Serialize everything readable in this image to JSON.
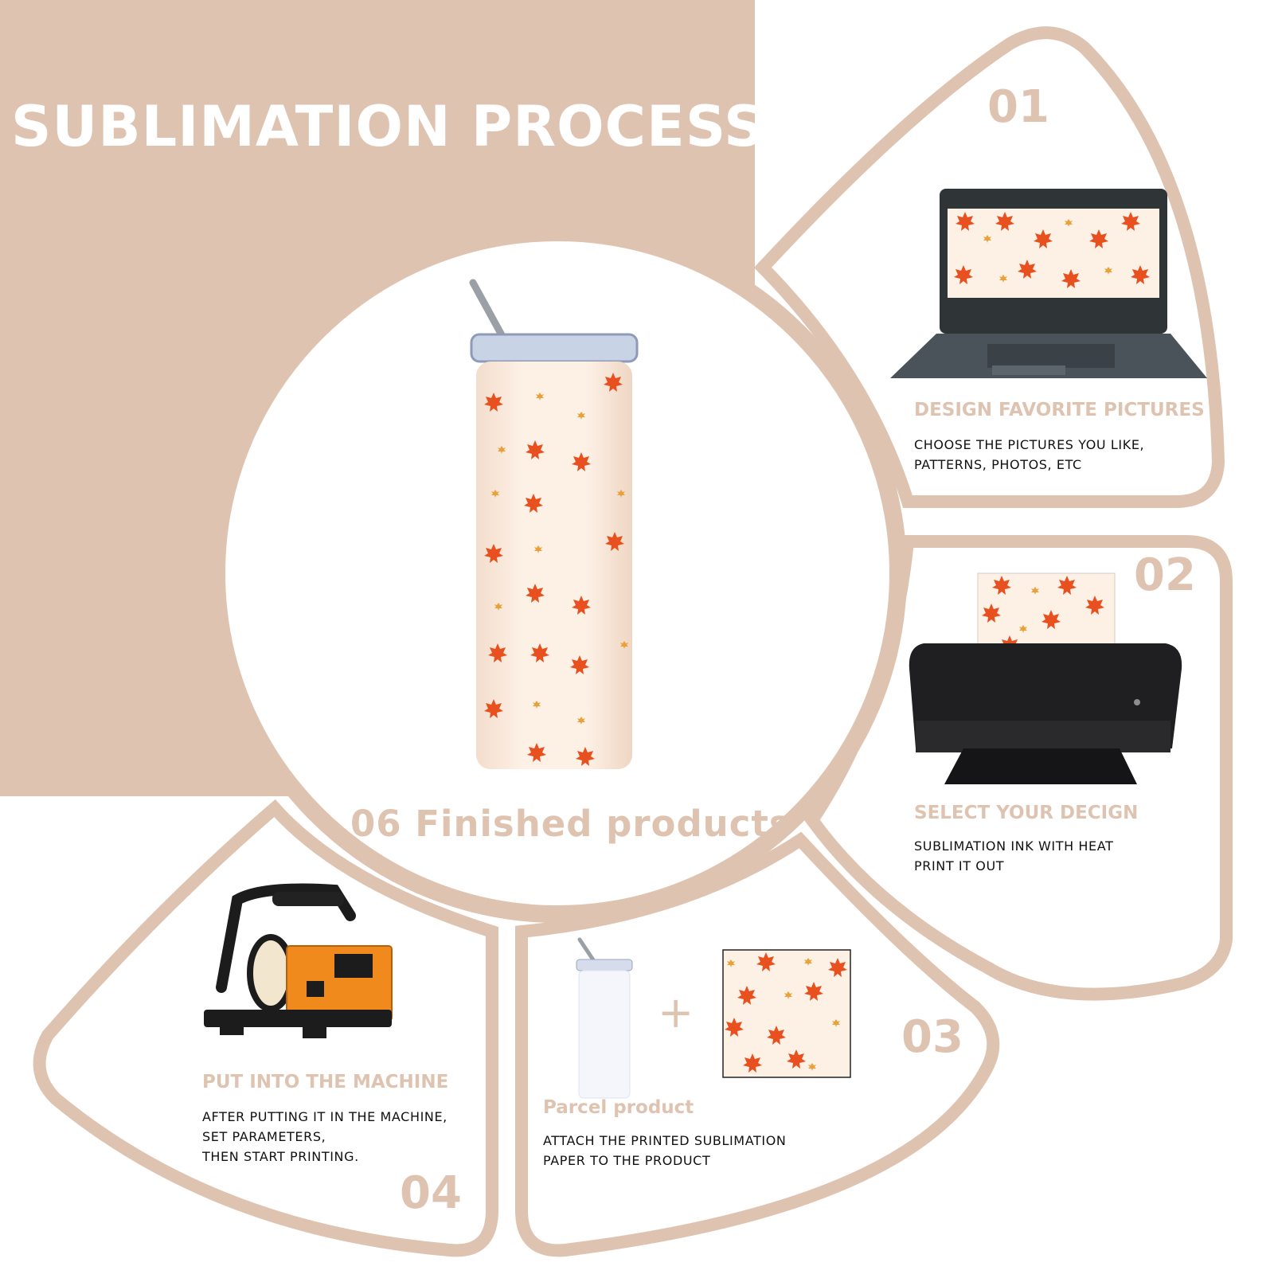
{
  "title": "SUBLIMATION PROCESS",
  "colors": {
    "accent": "#dfc3b1",
    "leaf": "#e8501f",
    "cream": "#fdf1e6"
  },
  "center": {
    "label": "06 Finished products"
  },
  "steps": [
    {
      "number": "01",
      "heading": "DESIGN FAVORITE PICTURES",
      "desc": [
        "CHOOSE THE PICTURES YOU LIKE,",
        "PATTERNS, PHOTOS, ETC"
      ],
      "icon": "laptop-icon"
    },
    {
      "number": "02",
      "heading": "SELECT YOUR DECIGN",
      "desc": [
        "SUBLIMATION INK WITH HEAT",
        "PRINT IT OUT"
      ],
      "icon": "printer-icon"
    },
    {
      "number": "03",
      "heading": "Parcel product",
      "desc": [
        "ATTACH THE PRINTED SUBLIMATION",
        "PAPER TO THE PRODUCT"
      ],
      "icon": "tumbler-plus-paper-icon",
      "plus": "+"
    },
    {
      "number": "04",
      "heading": "PUT INTO THE MACHINE",
      "desc": [
        "AFTER PUTTING IT IN THE MACHINE,",
        "SET PARAMETERS,",
        "THEN START PRINTING."
      ],
      "icon": "heat-press-icon"
    }
  ]
}
